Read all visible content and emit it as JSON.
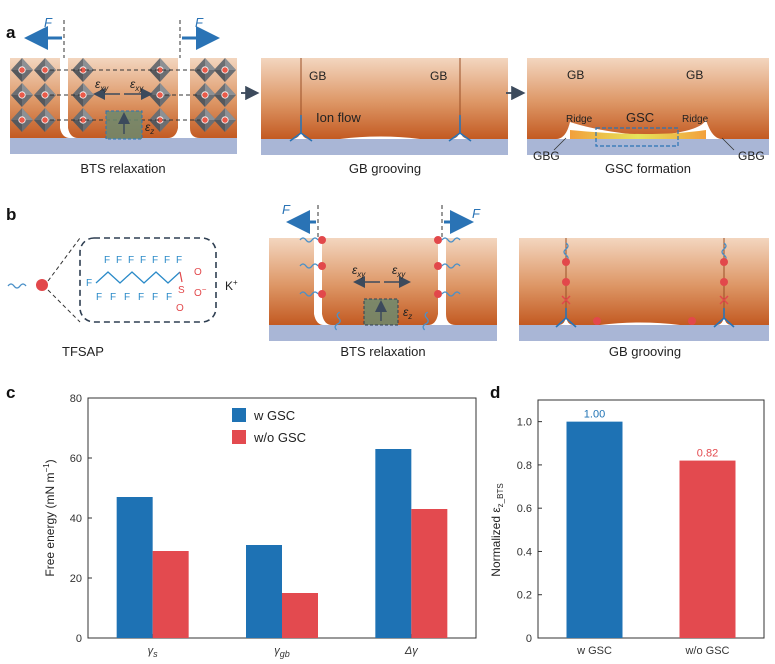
{
  "panel_a": {
    "label": "a",
    "force_label": "F",
    "exy": "ε",
    "exy_sub": "xy",
    "ez": "ε",
    "ez_sub": "z",
    "gb": "GB",
    "ion_flow": "Ion flow",
    "ridge": "Ridge",
    "gsc": "GSC",
    "gbg": "GBG",
    "captions": [
      "BTS relaxation",
      "GB grooving",
      "GSC formation"
    ]
  },
  "panel_b": {
    "label": "b",
    "force_label": "F",
    "exy": "ε",
    "exy_sub": "xy",
    "ez": "ε",
    "ez_sub": "z",
    "f_atom": "F",
    "s_atom": "S",
    "o_atom": "O",
    "o_minus": "O",
    "minus": "−",
    "cation": "K",
    "cation_charge": "+",
    "captions": [
      "TFSAP",
      "BTS relaxation",
      "GB grooving"
    ]
  },
  "colors": {
    "w_gsc": "#1e72b4",
    "wo_gsc": "#e34a4f",
    "substrate": "#a9b6d6",
    "film_top": "#f2d2b8",
    "film_bottom": "#c9642c"
  },
  "chart_data": [
    {
      "panel": "c",
      "type": "bar",
      "categories": [
        {
          "sym": "γ",
          "sub": "s"
        },
        {
          "sym": "γ",
          "sub": "gb"
        },
        {
          "sym": "Δγ",
          "sub": ""
        }
      ],
      "series": [
        {
          "name": "w GSC",
          "values": [
            47,
            31,
            63
          ]
        },
        {
          "name": "w/o GSC",
          "values": [
            29,
            15,
            43
          ]
        }
      ],
      "ylabel": "Free energy (mN m",
      "ylabel_sup": "−1",
      "ylabel_end": ")",
      "ylim": [
        0,
        80
      ],
      "yticks": [
        "0",
        "20",
        "40",
        "60",
        "80"
      ],
      "legend_position": "top-center",
      "grid": false
    },
    {
      "panel": "d",
      "type": "bar",
      "categories": [
        "w GSC",
        "w/o GSC"
      ],
      "values": [
        1.0,
        0.82
      ],
      "value_labels": [
        "1.00",
        "0.82"
      ],
      "ylabel": "Normalized ε",
      "ylabel_sub": "z_BTS",
      "ylim": [
        0,
        1.1
      ],
      "yticks": [
        "0",
        "0.2",
        "0.4",
        "0.6",
        "0.8",
        "1.0"
      ],
      "grid": false
    }
  ]
}
